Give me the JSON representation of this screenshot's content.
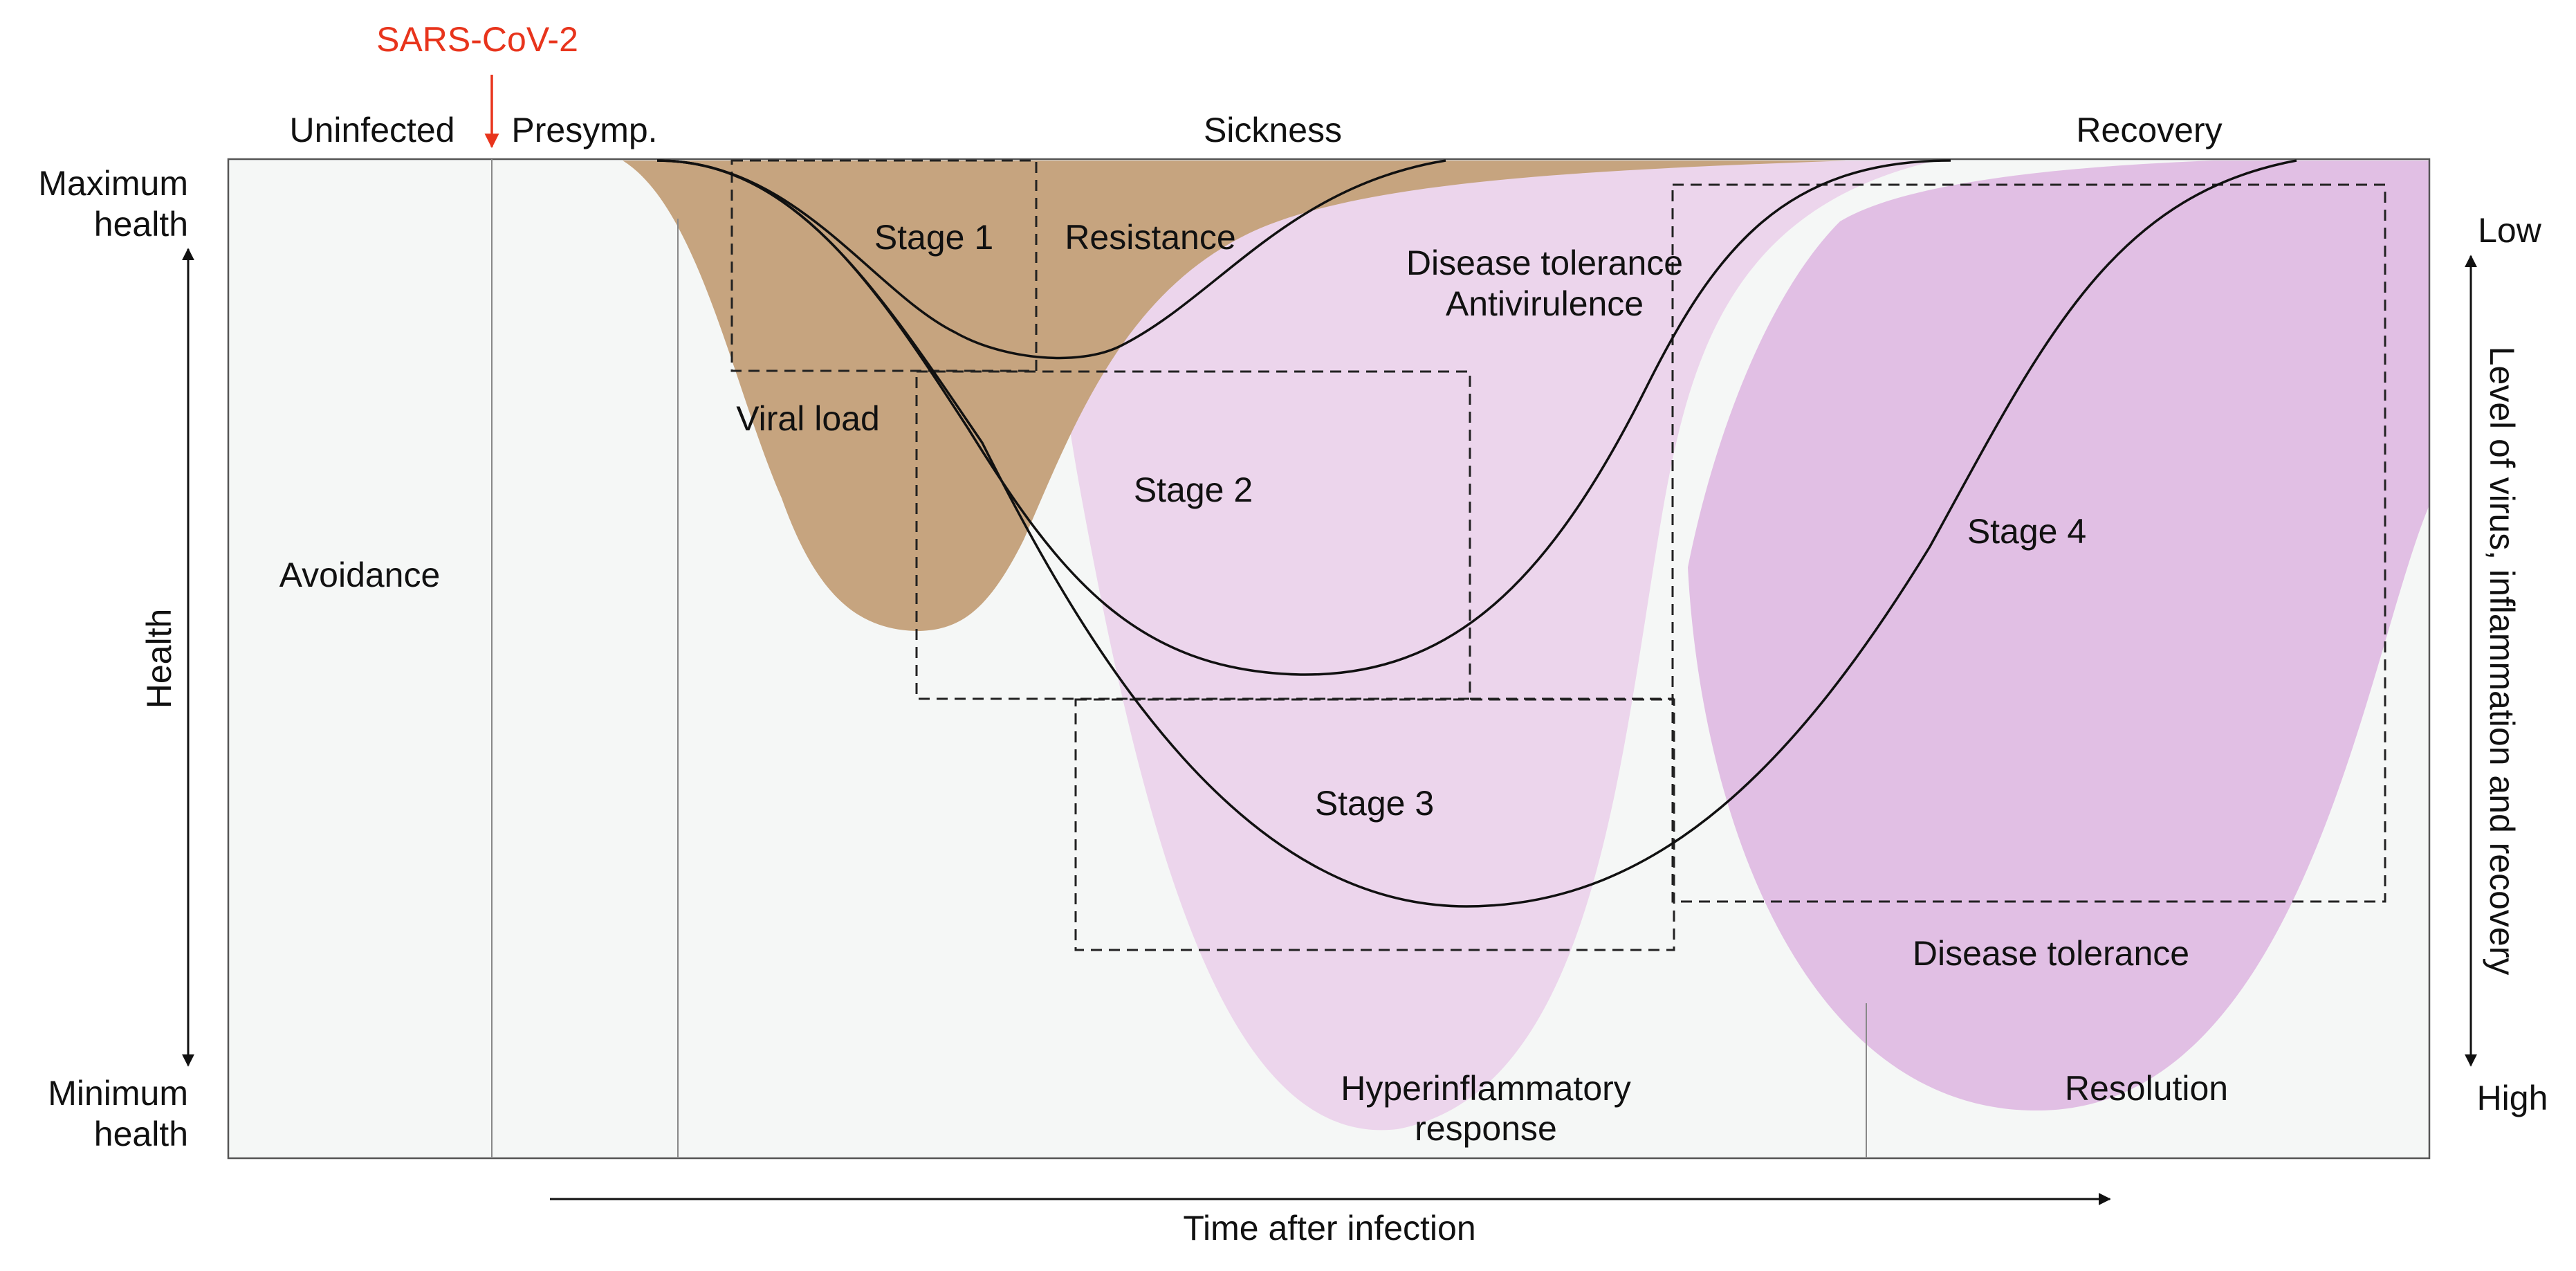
{
  "trigger": {
    "label": "SARS-CoV-2",
    "color": "#e8341c"
  },
  "phases": {
    "uninfected": "Uninfected",
    "presymptomatic": "Presymp.",
    "sickness": "Sickness",
    "recovery": "Recovery"
  },
  "left_axis": {
    "top_label_line1": "Maximum",
    "top_label_line2": "health",
    "bottom_label_line1": "Minimum",
    "bottom_label_line2": "health",
    "title": "Health"
  },
  "right_axis": {
    "top_label": "Low",
    "bottom_label": "High",
    "title": "Level of virus, inflammation and recovery"
  },
  "x_axis": {
    "title": "Time after infection"
  },
  "regions": {
    "avoidance": "Avoidance",
    "viral_load": "Viral load",
    "resistance": "Resistance",
    "disease_tolerance_top": "Disease tolerance",
    "antivirulence": "Antivirulence",
    "hyperinflammatory_line1": "Hyperinflammatory",
    "hyperinflammatory_line2": "response",
    "disease_tolerance_bottom": "Disease tolerance",
    "resolution": "Resolution"
  },
  "stages": {
    "stage1": "Stage 1",
    "stage2": "Stage 2",
    "stage3": "Stage 3",
    "stage4": "Stage 4"
  },
  "colors": {
    "plot_background": "#f5f7f6",
    "viral_load": "#c6a47f",
    "hyperinflammation": "#ecd5ec",
    "resolution": "#e1bfe4",
    "trigger_arrow": "#e8341c"
  }
}
